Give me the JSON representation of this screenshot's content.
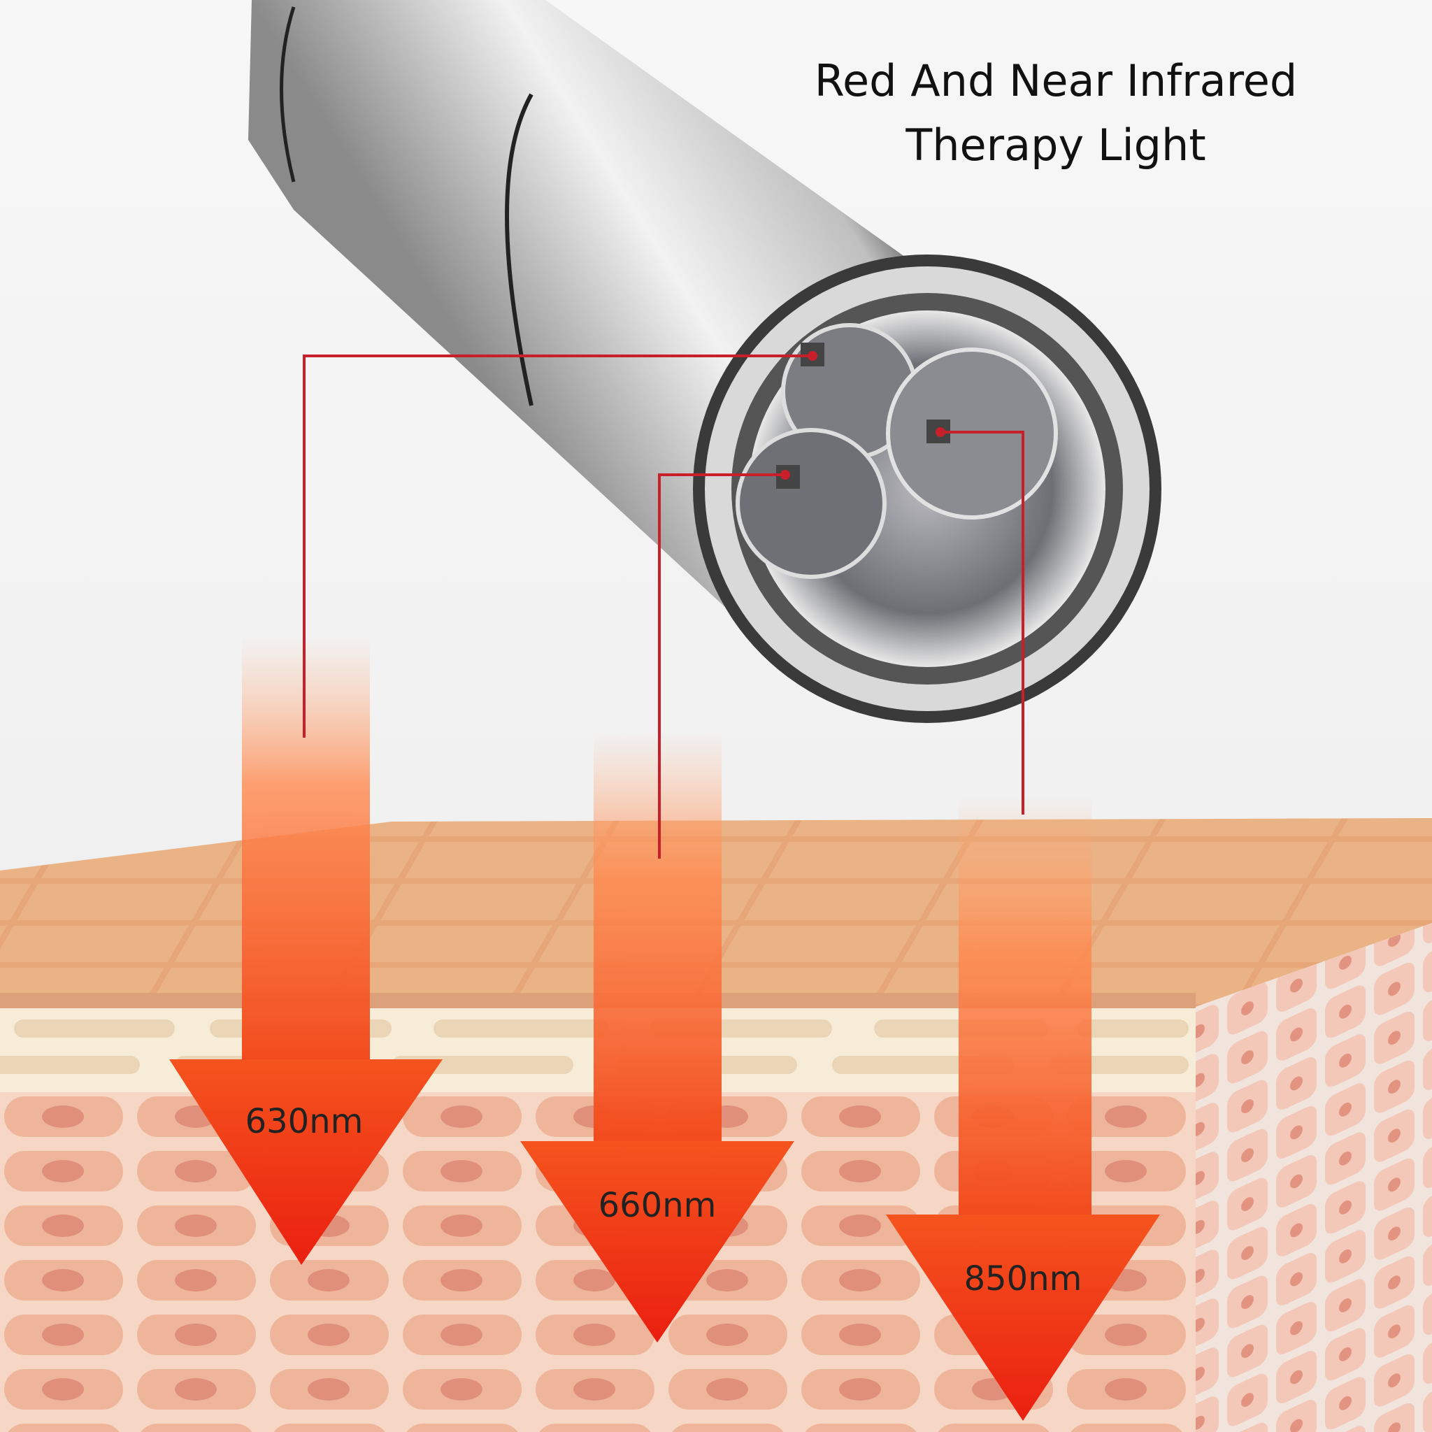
{
  "title": {
    "line1": "Red And Near Infrared",
    "line2": "Therapy Light"
  },
  "wavelengths": [
    {
      "label": "630nm"
    },
    {
      "label": "660nm"
    },
    {
      "label": "850nm"
    }
  ],
  "colors": {
    "arrow": "#f23a1c",
    "pointer_line": "#c8202a",
    "skin_top": "#e8a878",
    "background": "#f2f2f2"
  }
}
